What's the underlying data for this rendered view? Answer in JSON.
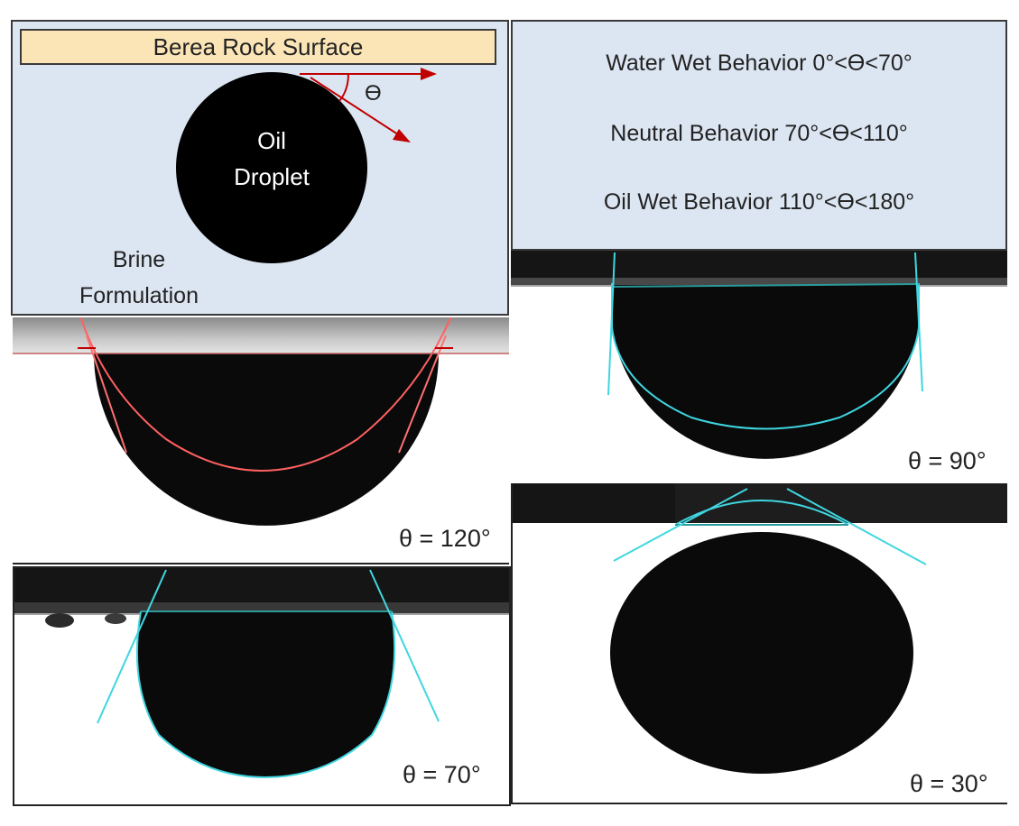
{
  "schematic": {
    "rock_surface": "Berea Rock Surface",
    "droplet_line1": "Oil",
    "droplet_line2": "Droplet",
    "brine_line1": "Brine",
    "brine_line2": "Formulation",
    "theta_symbol": "ϴ"
  },
  "ranges": [
    {
      "text": "Water Wet Behavior 0°<ϴ<70°"
    },
    {
      "text": "Neutral Behavior 70°<ϴ<110°"
    },
    {
      "text": "Oil Wet Behavior 110°<ϴ<180°"
    }
  ],
  "photos": {
    "p120": {
      "label": "θ = 120°"
    },
    "p90": {
      "label": "θ = 90°"
    },
    "p70": {
      "label": "θ = 70°"
    },
    "p30": {
      "label": "θ = 30°"
    }
  },
  "colors": {
    "panel_bg": "#dce6f2",
    "rock_fill": "#fbe5b6",
    "tangent_red": "#c00000",
    "fit_red": "#ff6060",
    "fit_cyan": "#3fd6e0",
    "baseline_teal": "#2a9a9a"
  }
}
